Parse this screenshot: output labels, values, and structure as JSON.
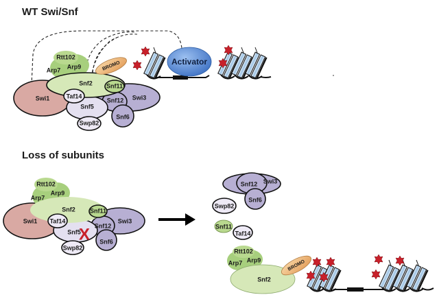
{
  "panels": {
    "wt": {
      "title": "WT Swi/Snf",
      "subunits": [
        "Swi1",
        "Snf2",
        "Rtt102",
        "Arp7",
        "Arp9",
        "Snf11",
        "Taf14",
        "Snf5",
        "Snf12",
        "Swi3",
        "Snf6",
        "Swp82"
      ],
      "bromo_label": "BROMO",
      "activator_label": "Activator"
    },
    "loss": {
      "title": "Loss of subunits",
      "subunits": [
        "Swi1",
        "Snf2",
        "Rtt102",
        "Arp7",
        "Arp9",
        "Snf11",
        "Taf14",
        "Snf5",
        "Snf12",
        "Swi3",
        "Snf6",
        "Swp82"
      ],
      "deleted_subunit": "Snf5",
      "deletion_mark": "X"
    },
    "result": {
      "dissociated": {
        "swi3_module": [
          "Snf12",
          "Swi3",
          "Snf6"
        ],
        "singles": [
          "Swp82",
          "Snf11",
          "Taf14"
        ]
      },
      "remaining_complex": [
        "Snf2",
        "Rtt102",
        "Arp7",
        "Arp9"
      ],
      "bromo_label": "BROMO"
    }
  },
  "labels": {
    "Swi1": "Swi1",
    "Snf2": "Snf2",
    "Rtt102": "Rtt102",
    "Arp7": "Arp7",
    "Arp9": "Arp9",
    "Snf11": "Snf11",
    "Taf14": "Taf14",
    "Snf5": "Snf5",
    "Snf12": "Snf12",
    "Swi3": "Swi3",
    "Snf6": "Snf6",
    "Swp82": "Swp82",
    "BROMO": "BROMO",
    "Activator": "Activator",
    "X": "X"
  },
  "colors": {
    "swi1": "#d9a9a3",
    "green_module": "#b9d98f",
    "snf2": "#d6e8b8",
    "purple_module": "#b7afd3",
    "light_purple": "#e4e0f0",
    "bromo": "#efb97c",
    "activator": "#5b8fd6",
    "acetyl_star": "#c8202a",
    "deletion_x": "#c8202a",
    "arrow": "#000000"
  },
  "icons": {
    "acetylation_mark": "red-star-icon",
    "nucleosome": "nucleosome-icon",
    "process_arrow": "right-arrow-icon"
  }
}
